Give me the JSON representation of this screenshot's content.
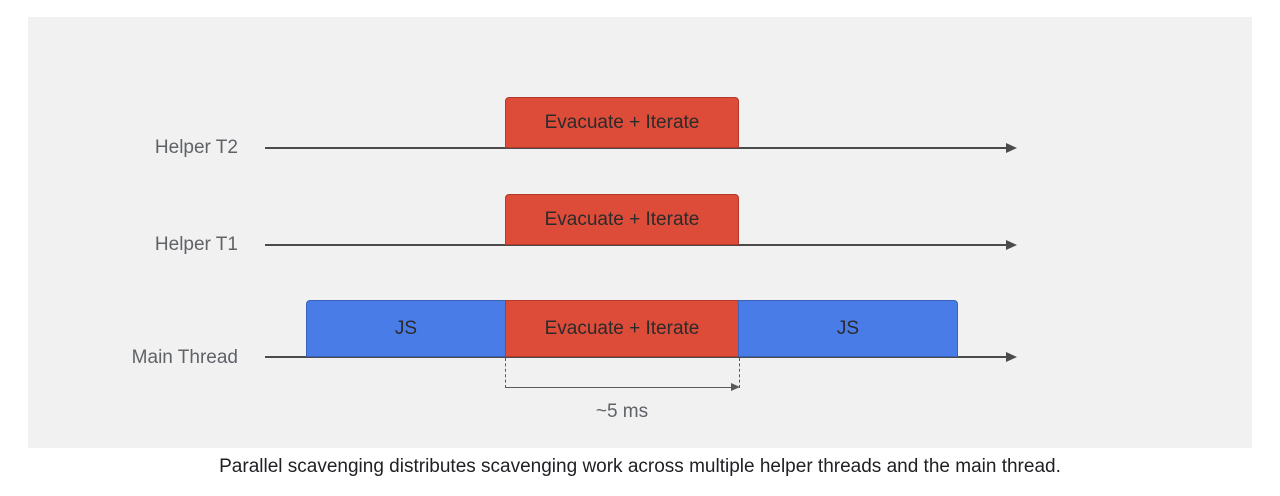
{
  "figure": {
    "caption": "Parallel scavenging distributes scavenging work across multiple helper threads and the main thread.",
    "panel_background": "#f1f1f1",
    "colors": {
      "gc_block": "#dd4b39",
      "js_block": "#4a7ce8",
      "axis": "#4b4b4b",
      "label_text": "#5f6368",
      "block_text": "#2b2b2b"
    },
    "rows": [
      {
        "label": "Helper T2",
        "blocks": [
          {
            "label": "Evacuate + Iterate",
            "kind": "gc"
          }
        ]
      },
      {
        "label": "Helper T1",
        "blocks": [
          {
            "label": "Evacuate + Iterate",
            "kind": "gc"
          }
        ]
      },
      {
        "label": "Main Thread",
        "blocks": [
          {
            "label": "JS",
            "kind": "js"
          },
          {
            "label": "Evacuate + Iterate",
            "kind": "gc"
          },
          {
            "label": "JS",
            "kind": "js"
          }
        ]
      }
    ],
    "measurement": {
      "label": "~5 ms",
      "spans": "Evacuate + Iterate on Main Thread"
    }
  }
}
